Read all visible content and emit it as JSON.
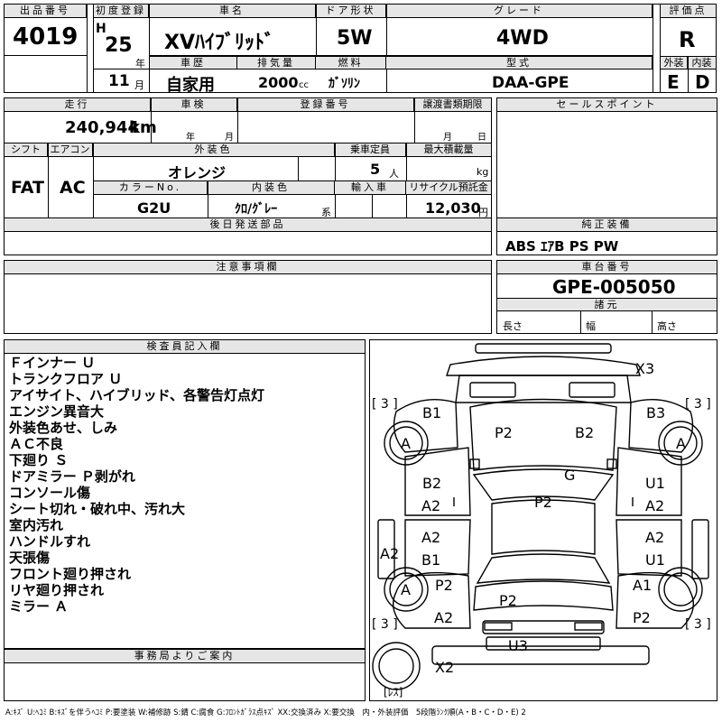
{
  "header": {
    "lot_no_label": "出品番号",
    "lot_no": "4019",
    "first_reg_label": "初度登録",
    "era": "H",
    "year": "25",
    "year_unit": "年",
    "month": "11",
    "month_unit": "月",
    "car_name_label": "車名",
    "car_name": "XVﾊｲﾌﾞﾘｯﾄﾞ",
    "door_label": "ドア形状",
    "door": "5W",
    "grade_label": "グレード",
    "grade": "4WD",
    "score_label": "評価点",
    "score": "R",
    "history_label": "車歴",
    "history": "自家用",
    "displacement_label": "排気量",
    "displacement": "2000",
    "displacement_unit": "cc",
    "fuel_label": "燃料",
    "fuel": "ｶﾞｿﾘﾝ",
    "model_label": "型式",
    "model": "DAA-GPE",
    "ext_label": "外装",
    "ext_grade": "E",
    "int_label": "内装",
    "int_grade": "D"
  },
  "details": {
    "mileage_label": "走行",
    "mileage": "240,944",
    "mileage_unit": "km",
    "inspection_label": "車検",
    "insp_year": "年",
    "insp_month": "月",
    "reg_no_label": "登録番号",
    "transfer_label": "譲渡書類期限",
    "tr_month": "月",
    "tr_day": "日",
    "shift_label": "シフト",
    "shift": "FAT",
    "ac_label": "エアコン",
    "ac": "AC",
    "ext_color_label": "外装色",
    "ext_color": "オレンジ",
    "capacity_label": "乗車定員",
    "capacity": "5",
    "capacity_unit": "人",
    "load_label": "最大積載量",
    "load_unit": "kg",
    "color_no_label": "カラーNo.",
    "color_no": "G2U",
    "int_color_label": "内装色",
    "int_color": "ｸﾛ/ｸﾞﾚｰ",
    "int_color_unit": "系",
    "import_label": "輸入車",
    "recycle_label": "リサイクル預託金",
    "recycle": "12,030",
    "recycle_unit": "円",
    "later_parts_label": "後日発送部品",
    "notes_label": "注意事項欄",
    "office_label": "事務局よりご案内"
  },
  "right_panel": {
    "sales_label": "セールスポイント",
    "equip_label": "純正装備",
    "equip": "ABS ｴｱB PS PW",
    "chassis_label": "車台番号",
    "chassis": "GPE-005050",
    "dims_label": "諸元",
    "length_label": "長さ",
    "width_label": "幅",
    "height_label": "高さ"
  },
  "inspector": {
    "label": "検査員記入欄",
    "lines": [
      "Ｆインナー Ｕ",
      "トランクフロア Ｕ",
      "アイサイト、ハイブリッド、各警告灯点灯",
      "エンジン異音大",
      "外装色あせ、しみ",
      "ＡＣ不良",
      "下廻り Ｓ",
      "ドアミラー Ｐ剥がれ",
      "コンソール傷",
      "シート切れ・破れ中、汚れ大",
      "室内汚れ",
      "ハンドルすれ",
      "天張傷",
      "フロント廻り押され",
      "リヤ廻り押され",
      "ミラー Ａ"
    ]
  },
  "diagram_marks": {
    "x3": "X3",
    "tire_fl": "[ 3 ]",
    "tire_fr": "[ 3 ]",
    "tire_rl": "[ 3 ]",
    "tire_rr": "[ 3 ]",
    "wheel_a1": "A",
    "wheel_a2": "A",
    "wheel_a3": "A",
    "b1_top": "B1",
    "b3_top": "B3",
    "p2_hood_l": "P2",
    "b2_hood": "B2",
    "g_glass": "G",
    "b2_door": "B2",
    "a2_door_l1": "A2",
    "u1_door_r1": "U1",
    "a2_door_r1": "A2",
    "p2_roof": "P2",
    "a2_door_l2": "A2",
    "b1_door_l2": "B1",
    "a2_door_r2": "A2",
    "u1_door_r2": "U1",
    "a2_side_l": "A2",
    "p2_rear_l": "P2",
    "a1_rear_r": "A1",
    "p2_trunk": "P2",
    "a2_rear_l": "A2",
    "p2_rear_r": "P2",
    "u3": "U3",
    "x2": "X2",
    "spare": "[ﾚｽ]"
  },
  "legend": "A:ｷｽﾞ U:ﾍｺﾐ B:ｷｽﾞを伴うﾍｺﾐ P:要塗装 W:補修跡 S:錆 C:腐食 G:ﾌﾛﾝﾄｶﾞﾗｽ点ｷｽﾞ XX:交換済み X:要交換　内・外装評価　5段階ﾗﾝｸ順(A・B・C・D・E) 2"
}
